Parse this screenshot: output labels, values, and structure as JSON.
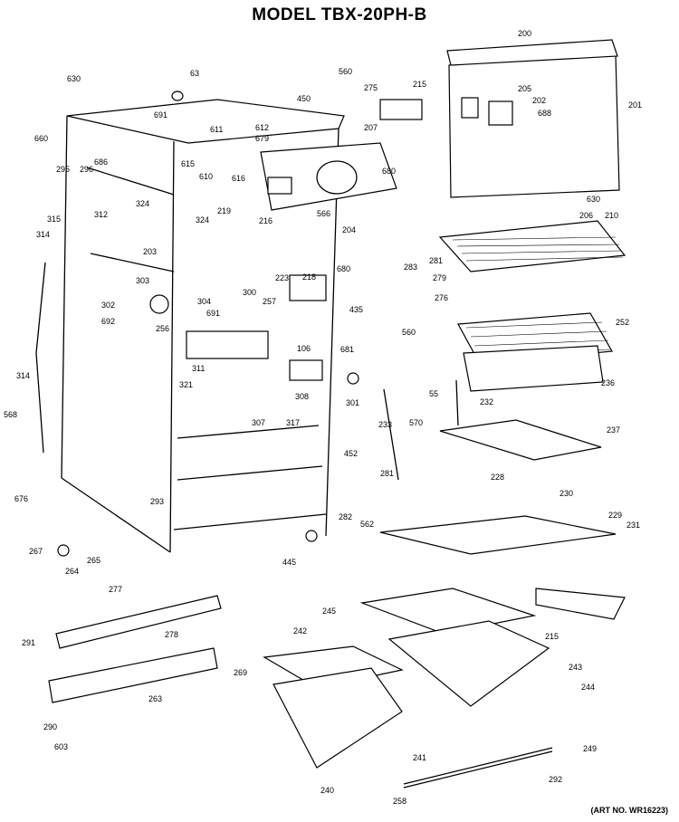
{
  "title": "MODEL TBX-20PH-B",
  "art_number": "(ART NO. WR16223)",
  "part_labels": [
    "630",
    "63",
    "560",
    "450",
    "275",
    "215",
    "200",
    "205",
    "202",
    "688",
    "201",
    "691",
    "612",
    "679",
    "611",
    "207",
    "660",
    "686",
    "295",
    "296",
    "324",
    "615",
    "610",
    "616",
    "680",
    "630",
    "206",
    "210",
    "315",
    "312",
    "324",
    "219",
    "216",
    "566",
    "204",
    "314",
    "203",
    "218",
    "680",
    "283",
    "281",
    "279",
    "276",
    "303",
    "302",
    "691",
    "304",
    "300",
    "257",
    "223",
    "692",
    "256",
    "435",
    "560",
    "252",
    "106",
    "681",
    "311",
    "321",
    "301",
    "55",
    "236",
    "232",
    "314",
    "568",
    "307",
    "317",
    "308",
    "233",
    "570",
    "237",
    "452",
    "281",
    "228",
    "230",
    "293",
    "282",
    "562",
    "229",
    "231",
    "676",
    "267",
    "264",
    "265",
    "445",
    "277",
    "245",
    "215",
    "278",
    "291",
    "269",
    "242",
    "243",
    "244",
    "263",
    "290",
    "603",
    "241",
    "249",
    "240",
    "292",
    "258"
  ]
}
